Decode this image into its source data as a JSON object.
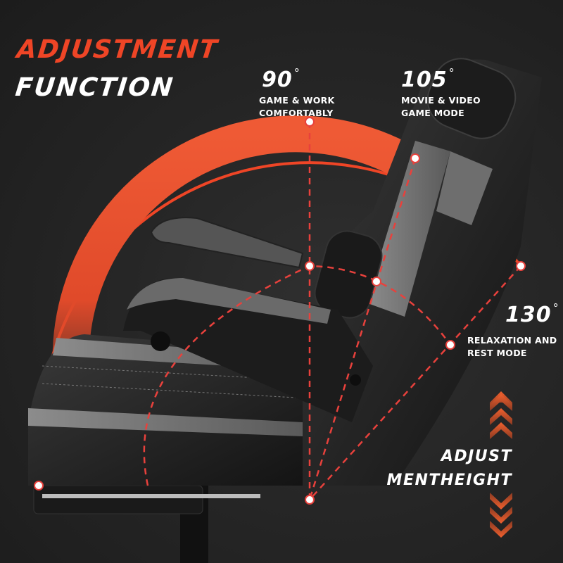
{
  "headline": {
    "line1": "ADJUSTMENT",
    "line2": "FUNCTION"
  },
  "angles": [
    {
      "value": "90",
      "unit": "°",
      "desc_line1": "GAME & WORK",
      "desc_line2": "COMFORTABLY"
    },
    {
      "value": "105",
      "unit": "°",
      "desc_line1": "MOVIE & VIDEO",
      "desc_line2": "GAME MODE"
    },
    {
      "value": "130",
      "unit": "°",
      "desc_line1": "RELAXATION AND",
      "desc_line2": "REST MODE"
    }
  ],
  "height_adjust": {
    "line1": "ADJUST",
    "line2": "MENTHEIGHT"
  },
  "colors": {
    "accent": "#ef4526",
    "background": "#232323",
    "text": "#ffffff",
    "dashed_line": "#e8413c"
  }
}
